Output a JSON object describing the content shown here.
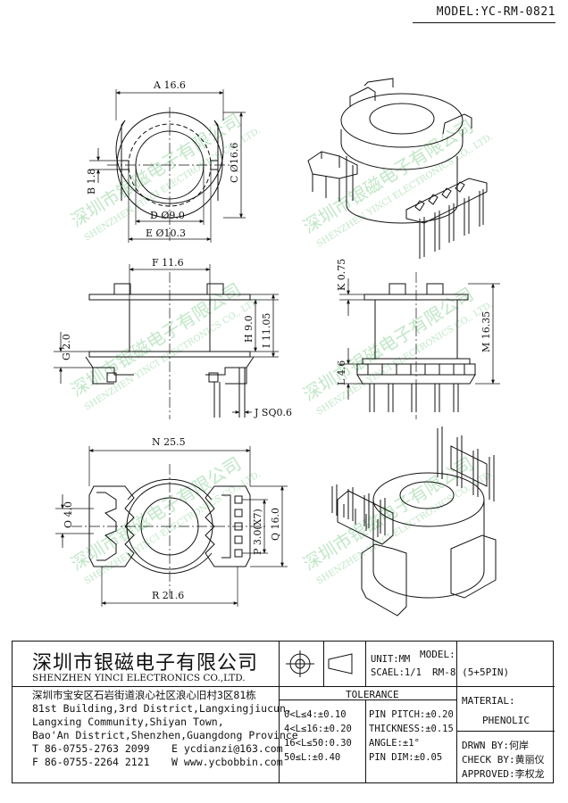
{
  "model_header": "MODEL:YC-RM-0821",
  "dimensions": {
    "A": "A 16.6",
    "B": "B 1.8",
    "C": "C Ø16.6",
    "D": "D Ø9.0",
    "E": "E Ø10.3",
    "F": "F 11.6",
    "G": "G 2.0",
    "H": "H 9.0",
    "I": "I 11.05",
    "J": "J SQ0.6",
    "K": "K 0.75",
    "L": "L 4.6",
    "M": "M 16.35",
    "N": "N 25.5",
    "O": "O 4.0",
    "P": "P 3.0(X7)",
    "Q": "Q 16.0",
    "R": "R 21.6"
  },
  "watermark": {
    "cn": "深圳市银磁电子有限公司",
    "en": "SHENZHEN YINCI ELECTRONICS CO., LTD."
  },
  "title_block": {
    "company_cn": "深圳市银磁电子有限公司",
    "company_en": "SHENZHEN YINCI ELECTRONICS CO.,LTD.",
    "address_cn": "深圳市宝安区石岩街道浪心社区浪心旧村3区81栋",
    "address_en_1": "81st Building,3rd District,Langxingjiucun,",
    "address_en_2": "Langxing Community,Shiyan Town,",
    "address_en_3": "Bao'An District,Shenzhen,Guangdong Province",
    "tel": "T 86-0755-2763 2099",
    "fax": "F 86-0755-2264 2121",
    "email": "E ycdianzi@163.com",
    "web": "W www.ycbobbin.com",
    "unit": "UNIT:MM",
    "scale": "SCAEL:1/1",
    "model_label": "MODEL:",
    "model_value": "RM-8 (5+5PIN)",
    "tolerance_title": "TOLERANCE",
    "tolerances": [
      "0<L≤4:±0.10",
      "4<L≤16:±0.20",
      "16<L≤50:0.30",
      "50≤L:±0.40"
    ],
    "pin_tolerances": [
      "PIN PITCH:±0.20",
      "THICKNESS:±0.15",
      "ANGLE:±1°",
      "PIN DIM:±0.05"
    ],
    "material_label": "MATERIAL:",
    "material_value": "PHENOLIC",
    "drawn_by": "DRWN BY:何岸",
    "check_by": "CHECK BY:黄丽仪",
    "approved": "APPROVED:李权龙"
  }
}
